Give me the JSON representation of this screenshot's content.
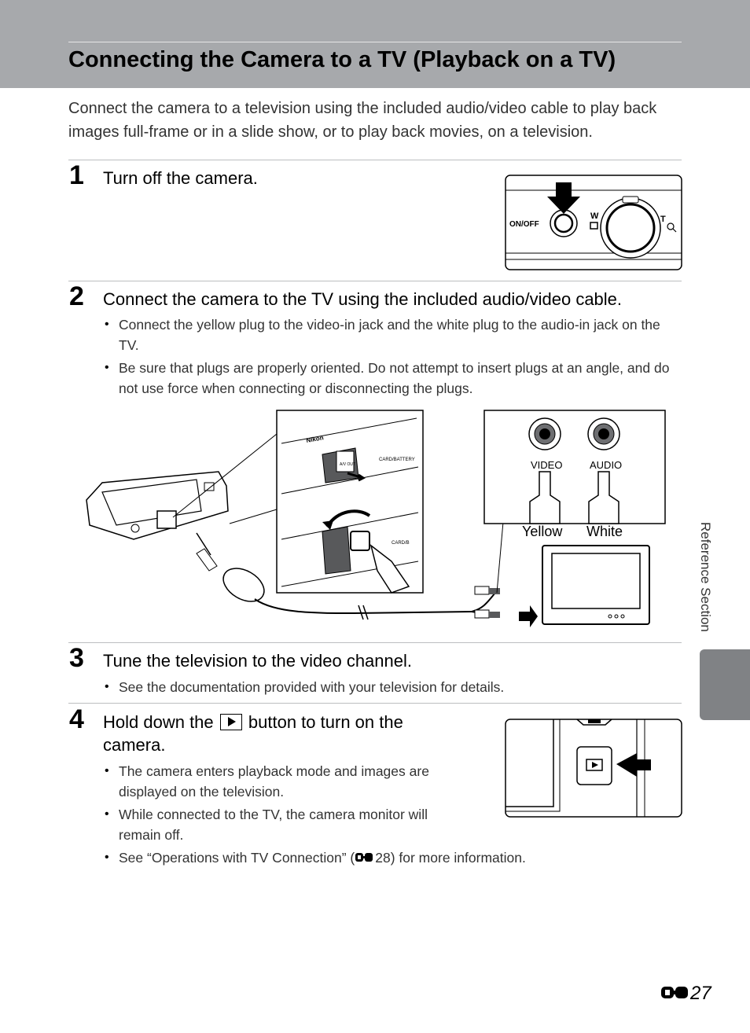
{
  "title": "Connecting the Camera to a TV (Playback on a TV)",
  "intro": "Connect the camera to a television using the included audio/video cable to play back images full-frame or in a slide show, or to play back movies, on a television.",
  "steps": [
    {
      "number": "1",
      "title": "Turn off the camera.",
      "bullets": []
    },
    {
      "number": "2",
      "title": "Connect the camera to the TV using the included audio/video cable.",
      "bullets": [
        "Connect the yellow plug to the video-in jack and the white plug to the audio-in jack on the TV.",
        "Be sure that plugs are properly oriented. Do not attempt to insert plugs at an angle, and do not use force when connecting or disconnecting the plugs."
      ]
    },
    {
      "number": "3",
      "title": "Tune the television to the video channel.",
      "bullets": [
        "See the documentation provided with your television for details."
      ]
    },
    {
      "number": "4",
      "title_before": "Hold down the",
      "title_after": "button to turn on the camera.",
      "bullets": [
        "The camera enters playback mode and images are displayed on the television.",
        "While connected to the TV, the camera monitor will remain off."
      ],
      "ref_bullet": {
        "before": "See “Operations with TV Connection” (",
        "ref": "28",
        "after": ") for more information."
      }
    }
  ],
  "illustrations": {
    "power": {
      "on_off": "ON/OFF",
      "w": "W",
      "t": "T"
    },
    "connection": {
      "brand": "Nikon",
      "card_battery": "CARD/BATTERY",
      "card_short": "CARD/B",
      "av_out": "A/V OUT",
      "video": "VIDEO",
      "audio": "AUDIO",
      "yellow": "Yellow",
      "white": "White"
    }
  },
  "side_label": "Reference Section",
  "page_number": "27",
  "colors": {
    "header": "#a7a9ac",
    "side_tab": "#808285"
  },
  "icons": [
    "play-icon",
    "reference-section-icon"
  ]
}
